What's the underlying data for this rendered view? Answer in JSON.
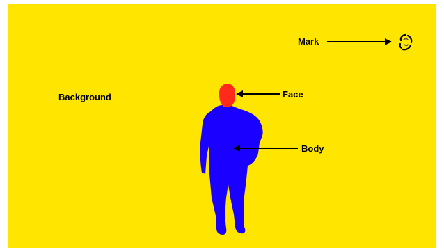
{
  "labels": {
    "background": "Background",
    "face": "Face",
    "body": "Body",
    "mark": "Mark"
  },
  "colors": {
    "background": "#FFE500",
    "face": "#FF2A1A",
    "body": "#1A00FF",
    "frame": "#FFFFFF",
    "text": "#000000"
  },
  "icons": {
    "mark": "circular-marker-icon"
  }
}
